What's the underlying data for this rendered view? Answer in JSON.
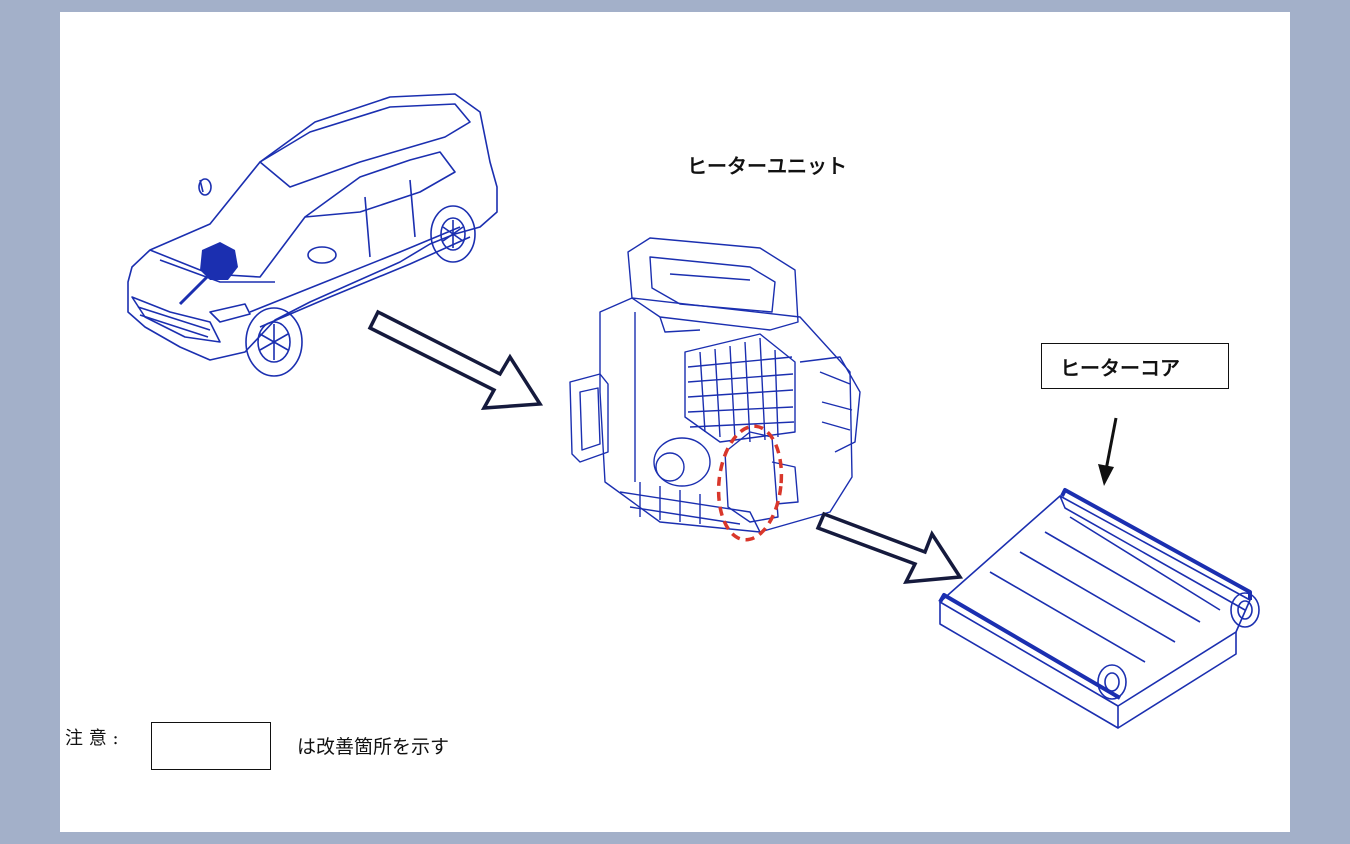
{
  "labels": {
    "heater_unit": "ヒーターユニット",
    "heater_core": "ヒーターコア",
    "note_prefix": "注 意 :",
    "note_suffix": "は改善箇所を示す"
  },
  "colors": {
    "line_art": "#1b2fb0",
    "highlight": "#d9372b",
    "arrow": "#151a3d",
    "frame": "#a3b0c9"
  }
}
